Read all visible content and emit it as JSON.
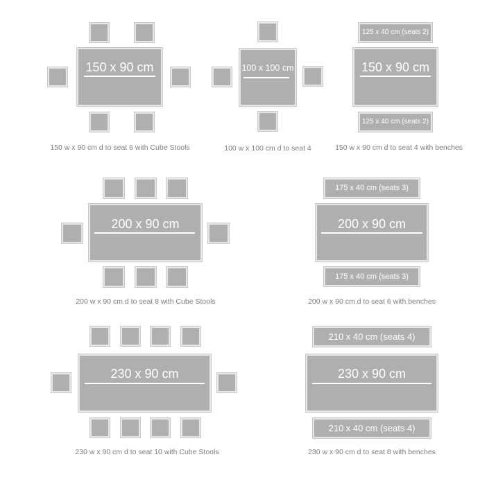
{
  "layouts": [
    {
      "table_label": "150 x 90 cm",
      "caption": "150 w x 90 cm d to seat 6 with Cube Stools"
    },
    {
      "table_label": "100 x 100 cm",
      "caption": "100 w x 100 cm d to seat 4"
    },
    {
      "table_label": "150 x 90 cm",
      "bench_top": "125 x 40 cm (seats 2)",
      "bench_bottom": "125 x 40 cm (seats 2)",
      "caption": "150 w x 90 cm d to seat 4 with benches"
    },
    {
      "table_label": "200 x 90 cm",
      "caption": "200 w x 90 cm d to seat 8 with Cube Stools"
    },
    {
      "table_label": "200 x 90 cm",
      "bench_top": "175 x 40 cm (seats 3)",
      "bench_bottom": "175 x 40 cm (seats 3)",
      "caption": "200 w x 90 cm d to seat 6 with benches"
    },
    {
      "table_label": "230 x 90 cm",
      "caption": "230 w x 90 cm d to seat 10 with Cube Stools"
    },
    {
      "table_label": "230 x 90 cm",
      "bench_top": "210 x 40 cm (seats 4)",
      "bench_bottom": "210 x 40 cm (seats 4)",
      "caption": "230 w x 90 cm d to seat 8 with benches"
    }
  ],
  "colors": {
    "furniture": "#aeafb1",
    "label_text": "#ffffff",
    "caption_text": "#7d7e80"
  }
}
